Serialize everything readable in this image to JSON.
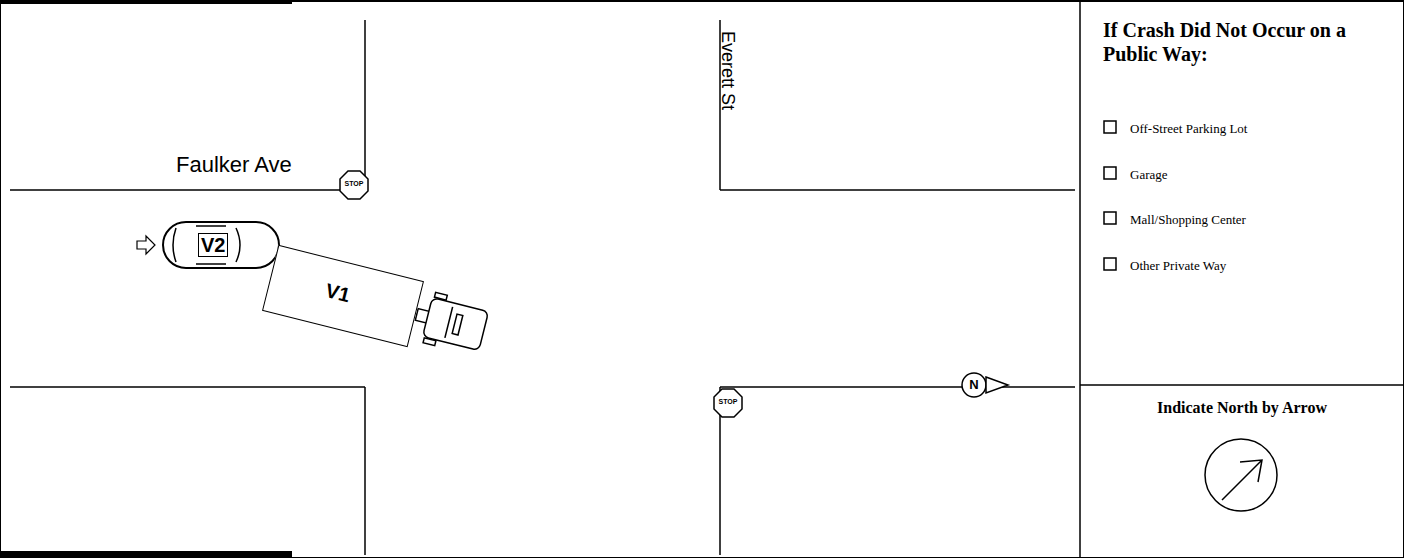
{
  "diagram": {
    "nodes": [
      {
        "text": [
          "If Crash Did Not Occur on a Public Way:",
          "Off-Street Parking Lot",
          "Garage",
          "Mall/Shopping Center",
          "Other Private Way"
        ]
      },
      {
        "text": [
          "Indicate North by Arrow"
        ]
      },
      {
        "text": [
          "V2"
        ]
      },
      {
        "text": [
          "V1"
        ]
      }
    ],
    "labels": [
      "Faulker Ave",
      "Everett St",
      "STOP",
      "STOP",
      "N"
    ]
  }
}
